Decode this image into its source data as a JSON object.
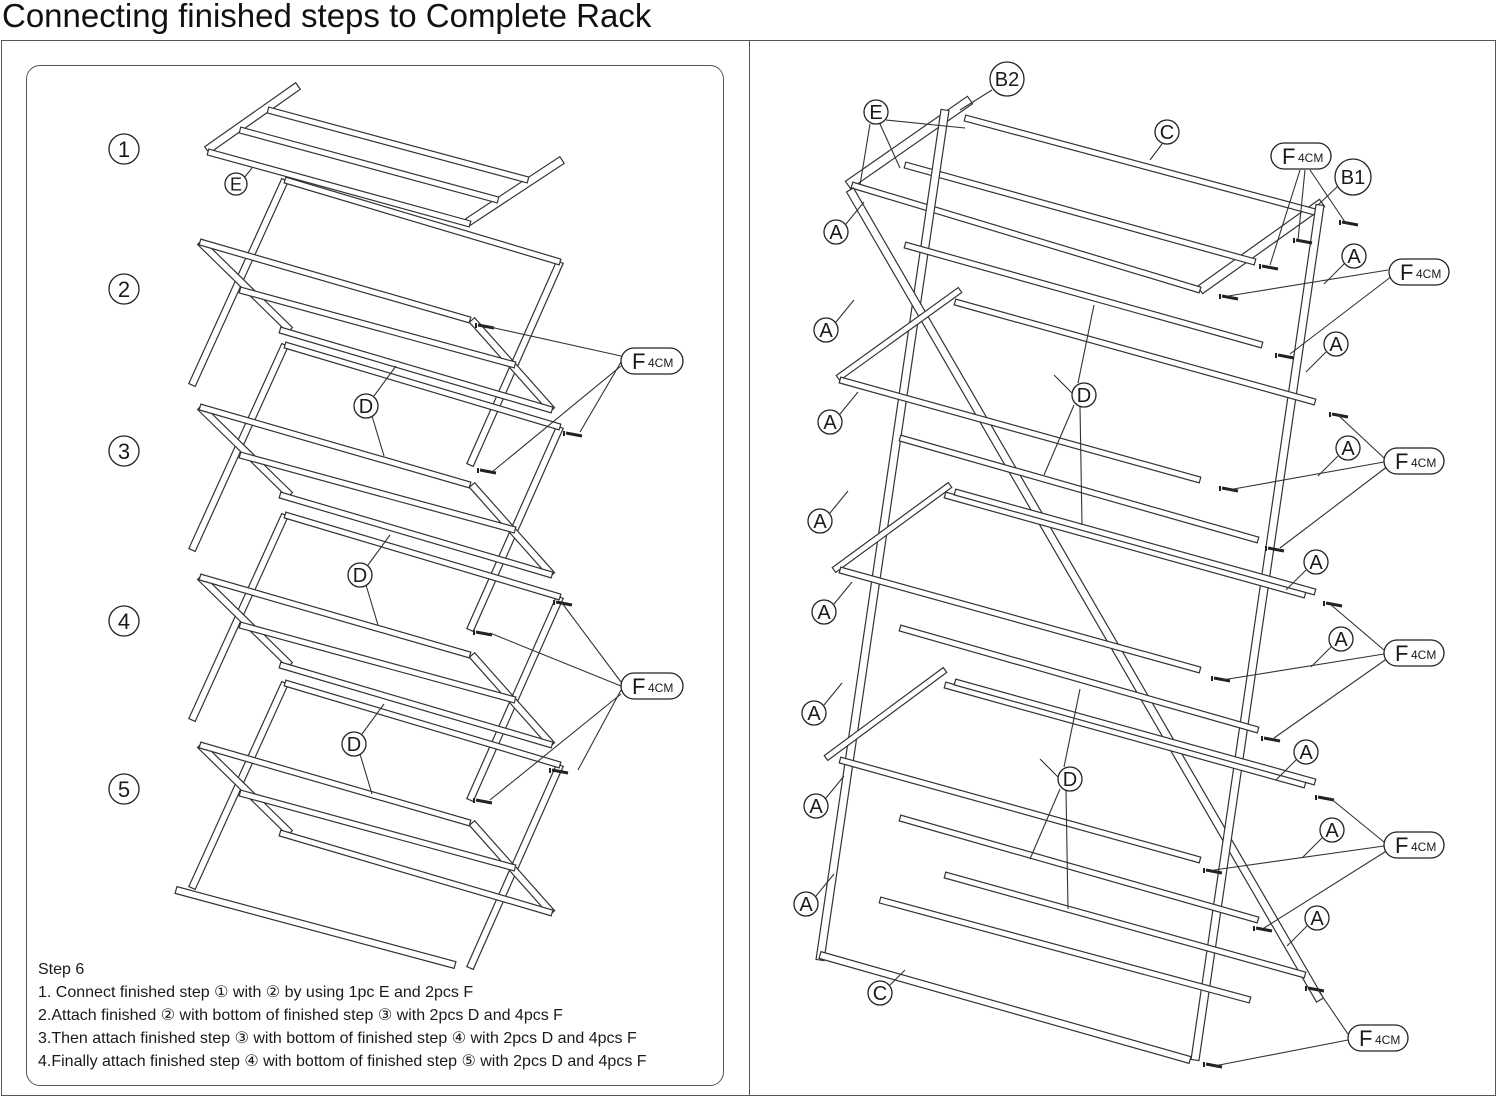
{
  "title": "Connecting finished steps to Complete Rack",
  "instructions": {
    "heading": "Step 6",
    "lines": [
      "1. Connect finished step ① with ② by using 1pc E and 2pcs F",
      "2.Attach finished ② with bottom of finished step ③ with 2pcs D and 4pcs F",
      "3.Then attach finished step  ③ with bottom of finished step  ④ with 2pcs D and 4pcs F",
      "4.Finally attach finished step  ④  with bottom of finished step  ⑤ with 2pcs D and 4pcs F"
    ]
  },
  "left_diagram": {
    "step_numbers": [
      "1",
      "2",
      "3",
      "4",
      "5"
    ],
    "part_E": "E",
    "part_D": "D",
    "fastener": {
      "letter": "F",
      "size": "4CM"
    }
  },
  "right_diagram": {
    "part_A": "A",
    "part_B1": "B1",
    "part_B2": "B2",
    "part_C": "C",
    "part_D": "D",
    "part_E": "E",
    "fastener": {
      "letter": "F",
      "size": "4CM"
    }
  }
}
